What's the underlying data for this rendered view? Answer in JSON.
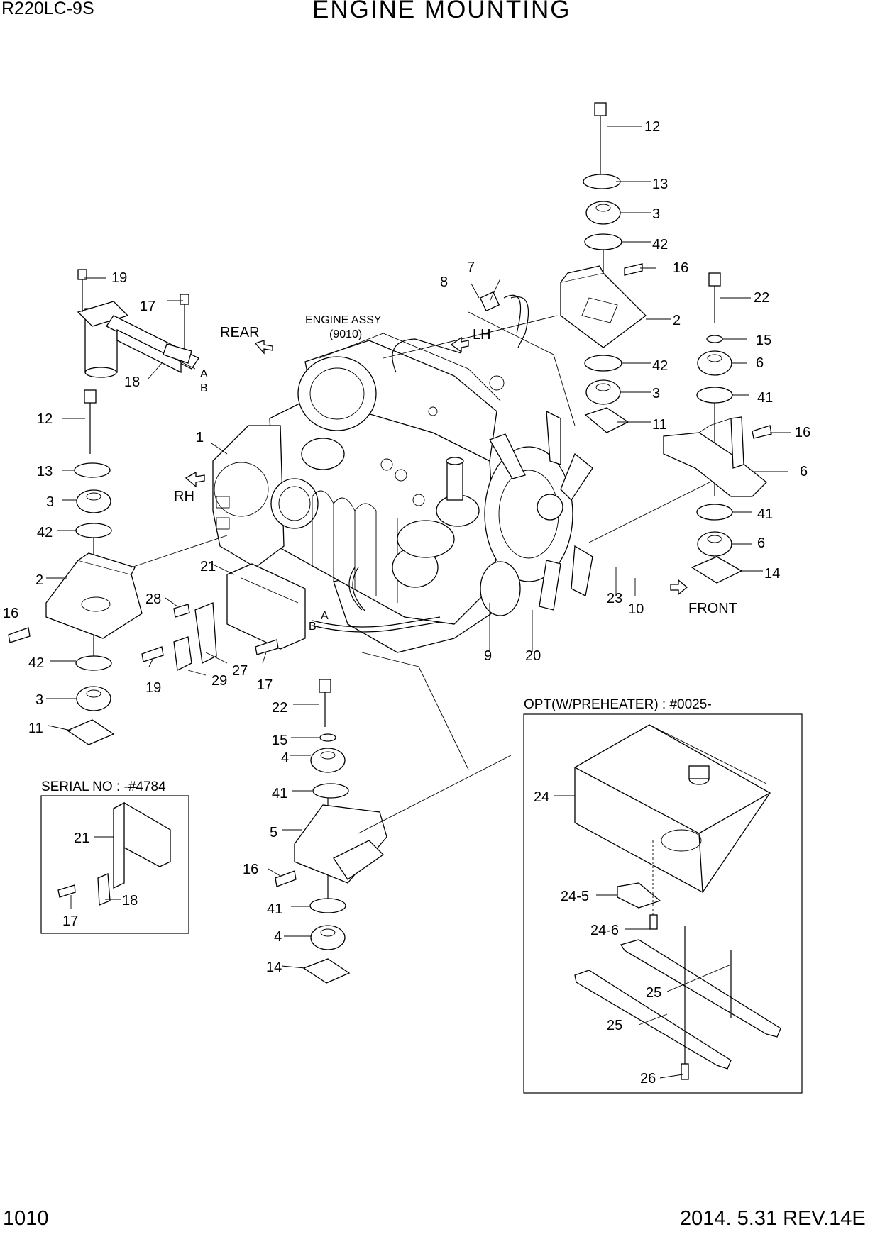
{
  "header": {
    "model": "R220LC-9S",
    "title": "ENGINE MOUNTING"
  },
  "footer": {
    "page": "1010",
    "date_rev": "2014. 5.31  REV.14E"
  },
  "labels": {
    "engine_assy": "ENGINE ASSY",
    "engine_assy_code": "(9010)",
    "rear": "REAR",
    "lh": "LH",
    "rh": "RH",
    "front": "FRONT",
    "opt_box": "OPT(W/PREHEATER) : #0025-",
    "serial_box": "SERIAL NO : -#4784",
    "pipe_a": "A",
    "pipe_b": "B"
  },
  "callouts": {
    "c12a": "12",
    "c13a": "13",
    "c3a": "3",
    "c42a": "42",
    "c16a": "16",
    "c2a": "2",
    "c42b": "42",
    "c3b": "3",
    "c11a": "11",
    "c22a": "22",
    "c15a": "15",
    "c6a": "6",
    "c41a": "41",
    "c16b": "16",
    "c6b": "6",
    "c41b": "41",
    "c6c": "6",
    "c14a": "14",
    "c7": "7",
    "c8": "8",
    "c19a": "19",
    "c17a": "17",
    "c18a": "18",
    "c12b": "12",
    "c13b": "13",
    "c3c": "3",
    "c42c": "42",
    "c2b": "2",
    "c16c": "16",
    "c42d": "42",
    "c3d": "3",
    "c11b": "11",
    "c1": "1",
    "c21a": "21",
    "c28": "28",
    "c27": "27",
    "c29": "29",
    "c19b": "19",
    "c17b": "17",
    "c9": "9",
    "c20": "20",
    "c23": "23",
    "c10": "10",
    "c22b": "22",
    "c15b": "15",
    "c4a": "4",
    "c41c": "41",
    "c5": "5",
    "c16d": "16",
    "c41d": "41",
    "c4b": "4",
    "c14b": "14",
    "c21b": "21",
    "c18b": "18",
    "c17c": "17",
    "c24": "24",
    "c24_5": "24-5",
    "c24_6": "24-6",
    "c25a": "25",
    "c25b": "25",
    "c26": "26"
  }
}
